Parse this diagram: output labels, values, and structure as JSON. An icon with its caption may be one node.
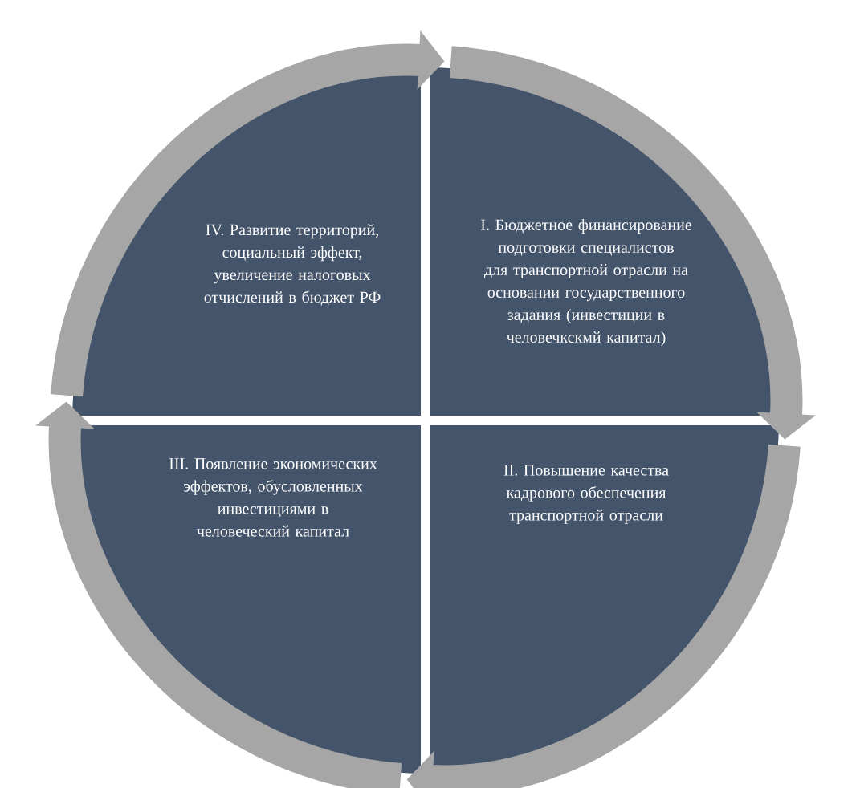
{
  "diagram": {
    "nodes": [
      {
        "text": [
          "IV. Развитие территорий, социальный эффект, увеличение налоговых отчислений в бюджет РФ"
        ]
      },
      {
        "text": [
          "I. Бюджетное финансирование подготовки специалистов для транспортной отрасли на основании государственного задания (инвестиции в человечкскмй капитал)"
        ]
      },
      {
        "text": [
          "III. Появление экономических эффектов, обусловленных инвестициями в человеческий капитал"
        ]
      },
      {
        "text": [
          "II. Повышение качества кадрового обеспечения транспортной отрасли"
        ]
      }
    ],
    "edges": [
      {
        "from": 0,
        "to": 1,
        "arrow": "to"
      },
      {
        "from": 1,
        "to": 3,
        "arrow": "to"
      },
      {
        "from": 3,
        "to": 2,
        "arrow": "to"
      },
      {
        "from": 2,
        "to": 0,
        "arrow": "to"
      }
    ]
  }
}
